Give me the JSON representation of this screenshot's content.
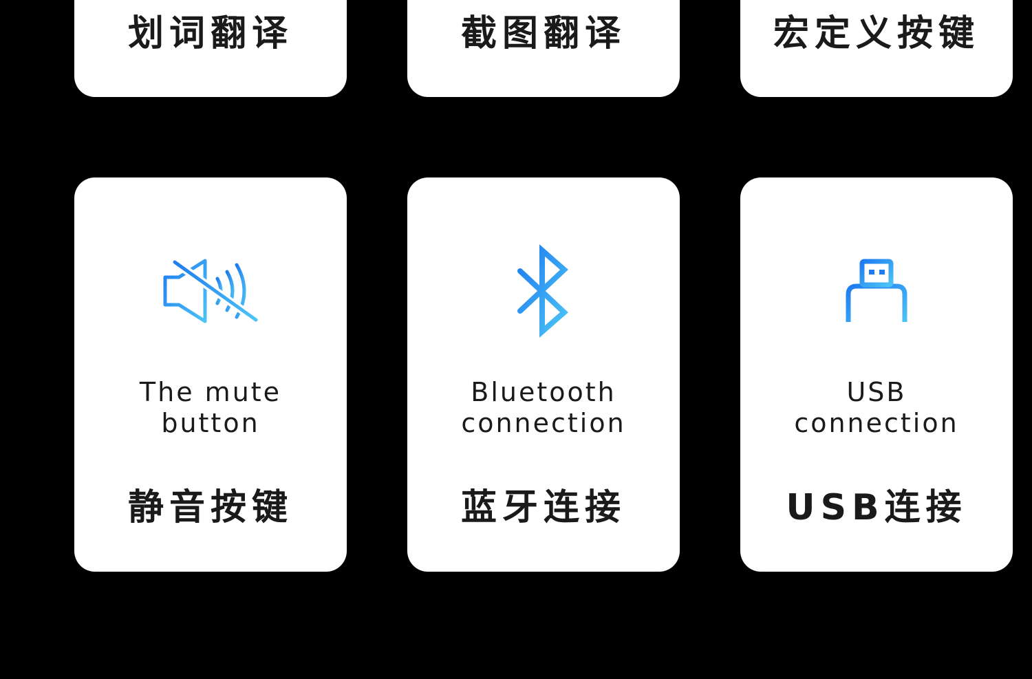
{
  "colors": {
    "background": "#000000",
    "card": "#ffffff",
    "text": "#1a1a1a",
    "icon_gradient_start": "#1e7cf0",
    "icon_gradient_end": "#4cc3f5"
  },
  "top_row": [
    {
      "cn": "划词翻译"
    },
    {
      "cn": "截图翻译"
    },
    {
      "cn": "宏定义按键"
    }
  ],
  "bottom_row": [
    {
      "icon": "mute-speaker-icon",
      "en_line1": "The mute",
      "en_line2": "button",
      "cn": "静音按键"
    },
    {
      "icon": "bluetooth-icon",
      "en_line1": "Bluetooth",
      "en_line2": "connection",
      "cn": "蓝牙连接"
    },
    {
      "icon": "usb-connector-icon",
      "en_line1": "USB",
      "en_line2": "connection",
      "cn": "USB连接"
    }
  ]
}
